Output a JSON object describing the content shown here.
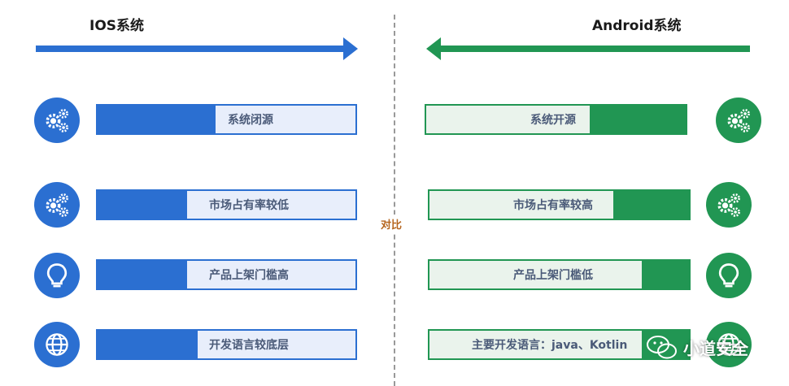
{
  "ios": {
    "title": "IOS系统",
    "items": [
      {
        "label": "系统闭源",
        "icon": "gears-icon"
      },
      {
        "label": "市场占有率较低",
        "icon": "gears-icon"
      },
      {
        "label": "产品上架门槛高",
        "icon": "lightbulb-icon"
      },
      {
        "label": "开发语言较底层",
        "icon": "globe-icon"
      }
    ]
  },
  "android": {
    "title": "Android系统",
    "items": [
      {
        "label": "系统开源",
        "icon": "gears-icon"
      },
      {
        "label": "市场占有率较高",
        "icon": "gears-icon"
      },
      {
        "label": "产品上架门槛低",
        "icon": "lightbulb-icon"
      },
      {
        "label": "主要开发语言：java、Kotlin",
        "icon": "globe-icon"
      }
    ]
  },
  "center_label": "对比",
  "watermark": "小道安全",
  "colors": {
    "ios": "#2b6fd1",
    "android": "#219653",
    "accent": "#b5651d"
  }
}
